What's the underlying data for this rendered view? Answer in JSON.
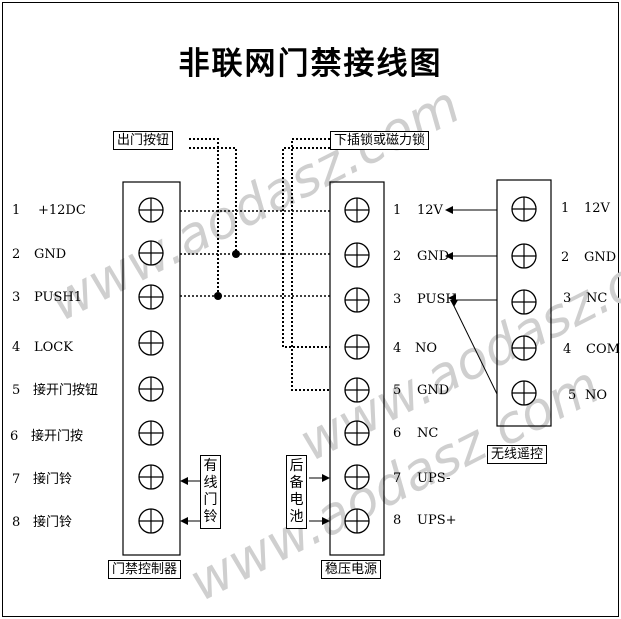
{
  "title": "非联网门禁接线图",
  "watermark": "www.aodasz.com",
  "controller": {
    "label": "门禁控制器",
    "pins": [
      {
        "num": "1",
        "label": "+12DC"
      },
      {
        "num": "2",
        "label": "GND"
      },
      {
        "num": "3",
        "label": "PUSH1"
      },
      {
        "num": "4",
        "label": "LOCK"
      },
      {
        "num": "5",
        "label": "接开门按钮"
      },
      {
        "num": "6",
        "label": "接开门按"
      },
      {
        "num": "7",
        "label": "接门铃"
      },
      {
        "num": "8",
        "label": "接门铃"
      }
    ]
  },
  "power": {
    "label": "稳压电源",
    "pins": [
      {
        "num": "1",
        "label": "12V"
      },
      {
        "num": "2",
        "label": "GND"
      },
      {
        "num": "3",
        "label": "PUSH"
      },
      {
        "num": "4",
        "label": "NO"
      },
      {
        "num": "5",
        "label": "GND"
      },
      {
        "num": "6",
        "label": "NC"
      },
      {
        "num": "7",
        "label": "UPS-"
      },
      {
        "num": "8",
        "label": "UPS+"
      }
    ]
  },
  "remote": {
    "label": "无线遥控",
    "pins": [
      {
        "num": "1",
        "label": "12V"
      },
      {
        "num": "2",
        "label": "GND"
      },
      {
        "num": "3",
        "label": "NC"
      },
      {
        "num": "4",
        "label": "COM"
      },
      {
        "num": "5",
        "label": "NO"
      }
    ]
  },
  "exit_button_label": "出门按钮",
  "lock_label": "下插锁或磁力锁",
  "doorbell_label": [
    "有",
    "线",
    "门",
    "铃"
  ],
  "battery_label": [
    "后",
    "备",
    "电",
    "池"
  ]
}
